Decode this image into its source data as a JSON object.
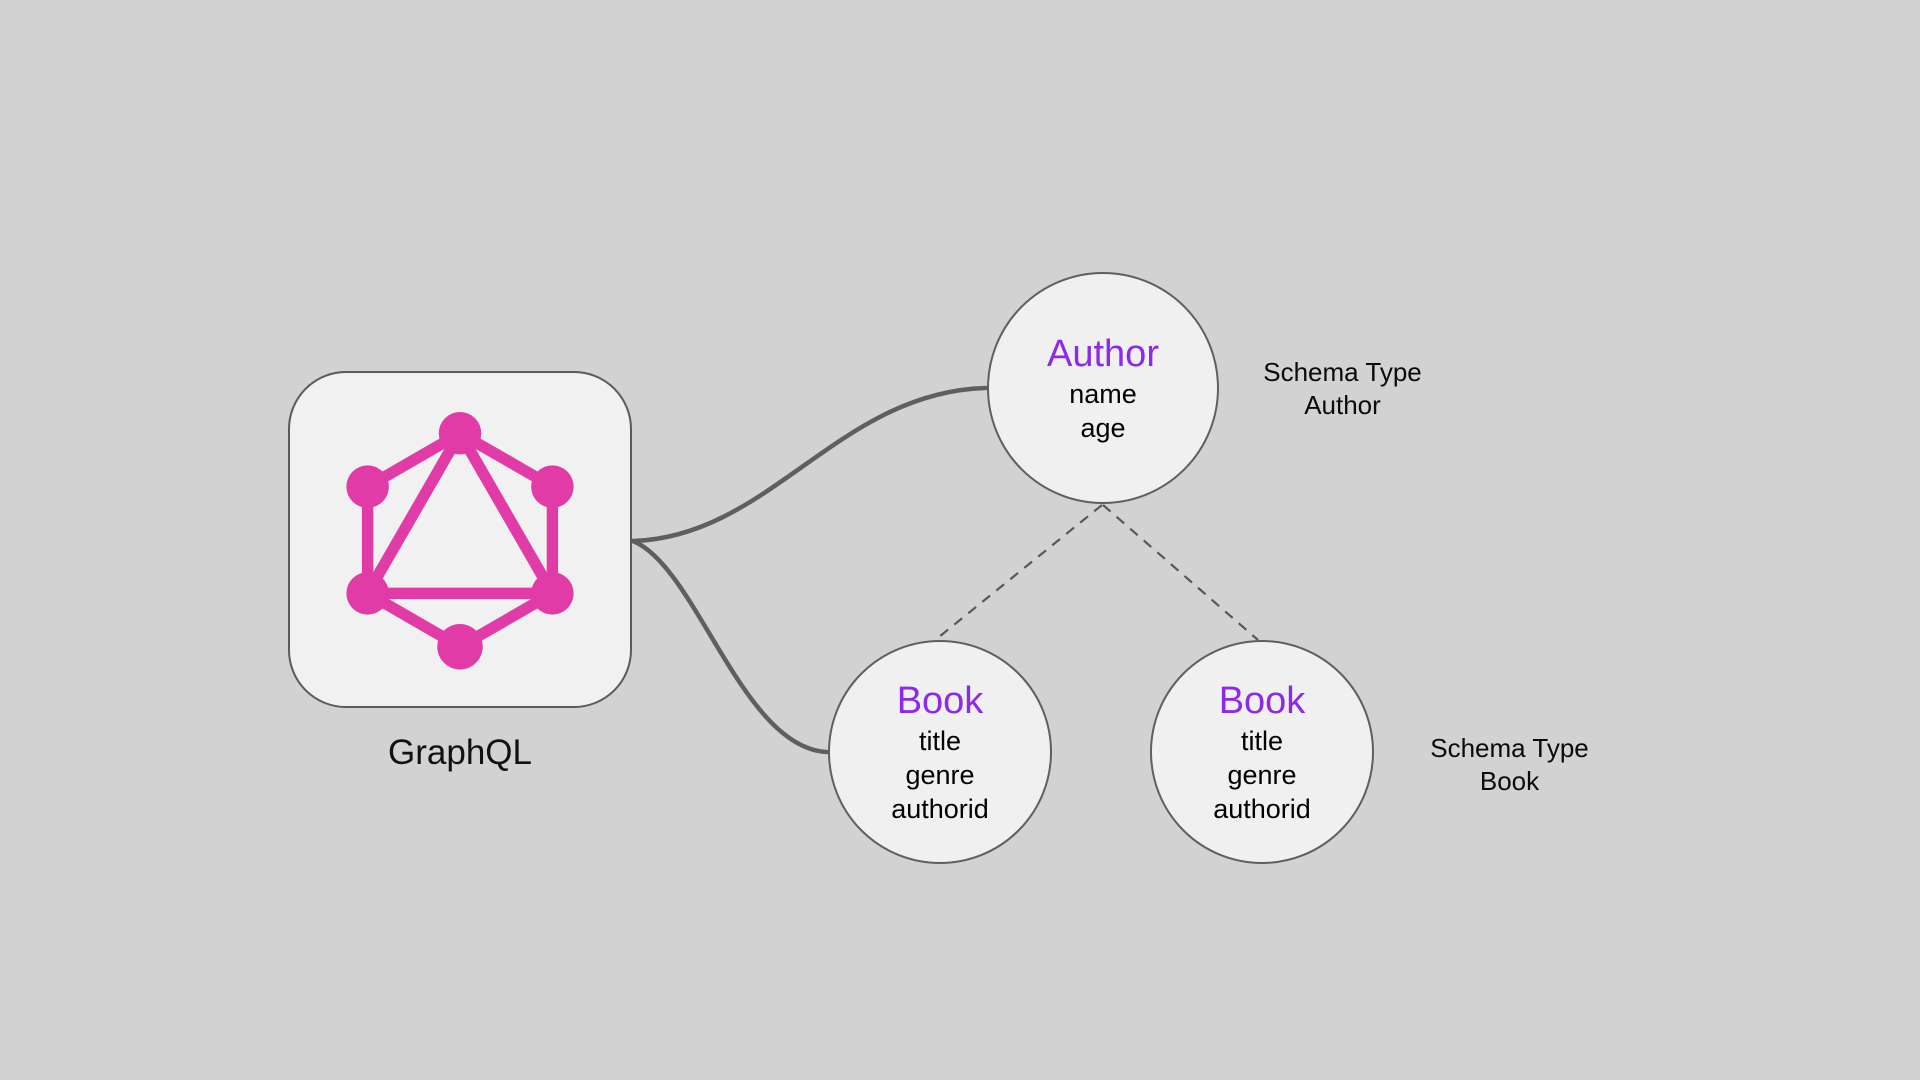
{
  "canvas": {
    "background_color": "#d2d2d2",
    "shape_fill_color": "#f0f0f0",
    "line_color": "#5f5f5f"
  },
  "graphql": {
    "label": "GraphQL",
    "logo_color": "#e03ba6"
  },
  "nodes": {
    "author": {
      "title": "Author",
      "title_color": "#8d2ae9",
      "fields": [
        "name",
        "age"
      ]
    },
    "book_left": {
      "title": "Book",
      "title_color": "#8d2ae9",
      "fields": [
        "title",
        "genre",
        "authorid"
      ]
    },
    "book_right": {
      "title": "Book",
      "title_color": "#8d2ae9",
      "fields": [
        "title",
        "genre",
        "authorid"
      ]
    }
  },
  "annotations": {
    "author_label": {
      "line1": "Schema Type",
      "line2": "Author"
    },
    "book_label": {
      "line1": "Schema Type",
      "line2": "Book"
    }
  },
  "edges": {
    "graphql_to_author": "solid curve",
    "graphql_to_book_left": "solid curve",
    "author_to_book_left": "dashed line",
    "author_to_book_right": "dashed line"
  }
}
